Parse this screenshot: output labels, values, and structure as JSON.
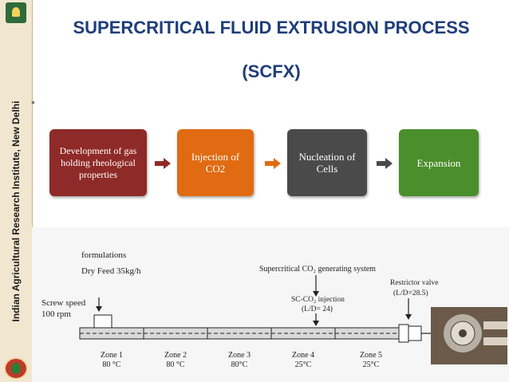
{
  "slide": {
    "title_line1": "SUPERCRITICAL FLUID EXTRUSION PROCESS",
    "title_line2": "(SCFX)"
  },
  "sidebar": {
    "institute_name": "Indian Agricultural Research Institute, New Delhi"
  },
  "flow": {
    "steps": [
      {
        "label": "Development of gas holding rheological properties",
        "color": "#8e2a27"
      },
      {
        "label": "Injection of CO2",
        "color": "#e06b12"
      },
      {
        "label": "Nucleation of Cells",
        "color": "#4a4a4a"
      },
      {
        "label": "Expansion",
        "color": "#4b8e2c"
      }
    ],
    "arrow_colors": [
      "#8e2a27",
      "#e06b12",
      "#4a4a4a"
    ]
  },
  "schematic": {
    "formulations": "formulations",
    "dry_feed": "Dry Feed 35kg/h",
    "screw_speed_line1": "Screw speed",
    "screw_speed_line2": "100 rpm",
    "sc_system": "Supercritical CO₂ generating system",
    "sc_injection_line1": "SC-CO₂ injection",
    "sc_injection_line2": "(L/D= 24)",
    "restrictor_line1": "Restrictor valve",
    "restrictor_line2": "(L/D=28.5)",
    "zones": [
      {
        "name": "Zone 1",
        "temp": "80 °C"
      },
      {
        "name": "Zone 2",
        "temp": "80 °C"
      },
      {
        "name": "Zone 3",
        "temp": "80°C"
      },
      {
        "name": "Zone 4",
        "temp": "25°C"
      },
      {
        "name": "Zone 5",
        "temp": "25°C"
      }
    ]
  }
}
